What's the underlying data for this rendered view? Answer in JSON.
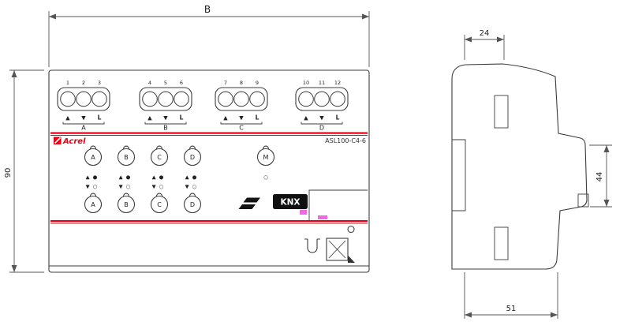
{
  "dims": {
    "b": "B",
    "h90": "90",
    "d24": "24",
    "d44": "44",
    "d51": "51"
  },
  "front": {
    "brand": "Acrel",
    "model": "ASL100-C4-6",
    "nums": [
      "1",
      "2",
      "3",
      "4",
      "5",
      "6",
      "7",
      "8",
      "9",
      "10",
      "11",
      "12"
    ],
    "groups": [
      "A",
      "B",
      "C",
      "D"
    ],
    "sym_up": "▲",
    "sym_down": "▼",
    "sym_l": "L",
    "btns": [
      "A",
      "B",
      "C",
      "D"
    ],
    "btn_m": "M",
    "ind_up": "▲●",
    "ind_down": "▼○",
    "ind_m": "○",
    "knx": "KNX"
  },
  "colors": {
    "accent_red": "#e60012",
    "line": "#3c3c3c",
    "pink": "#ef6ae2"
  }
}
